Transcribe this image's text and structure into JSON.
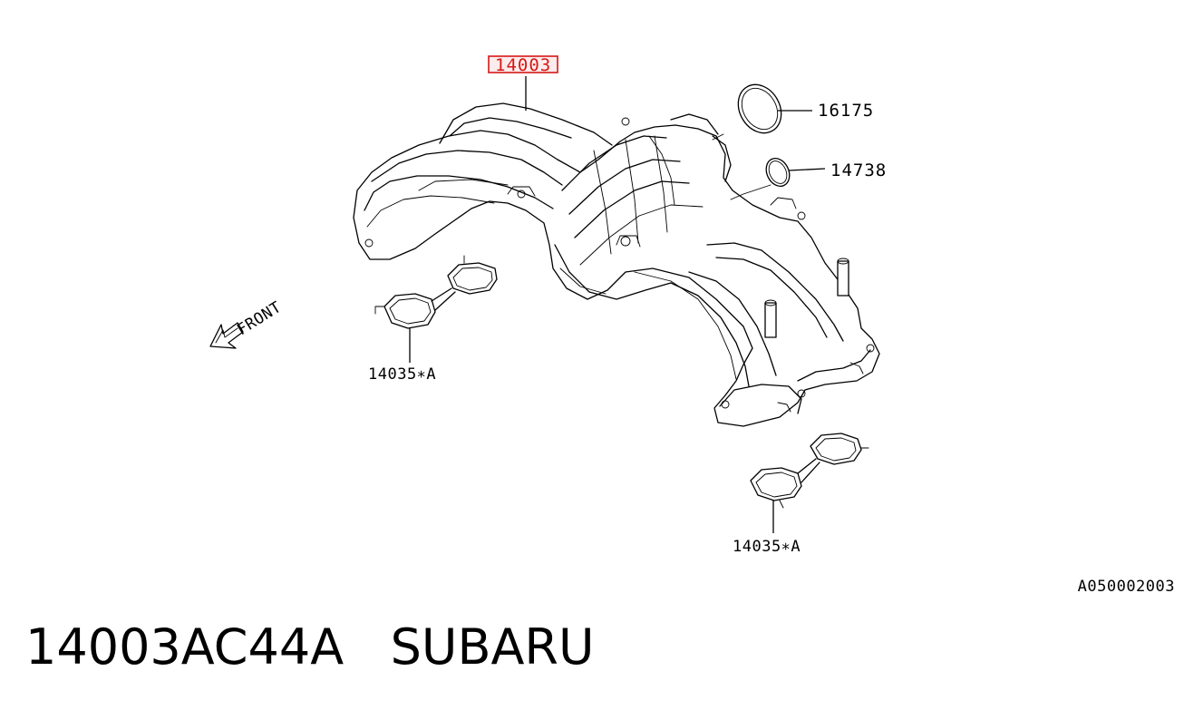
{
  "callouts": {
    "intake_manifold": "14003",
    "gasket_throttle": "16175",
    "gasket_small": "14738",
    "manifold_gasket_left": "14035∗A",
    "manifold_gasket_right": "14035∗A"
  },
  "front_label": "FRONT",
  "reference_code": "A050002003",
  "footer": {
    "part_number": "14003AC44A",
    "brand": "SUBARU"
  },
  "colors": {
    "highlight": "#d51818",
    "line": "#000000",
    "background": "#ffffff"
  }
}
